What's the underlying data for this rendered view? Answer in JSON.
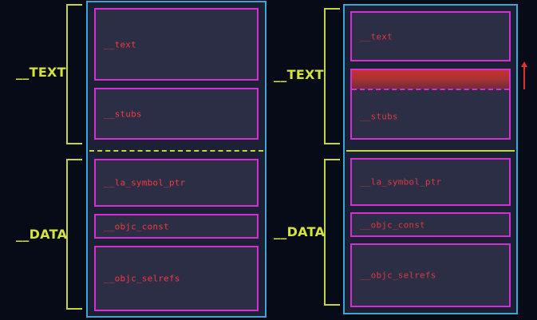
{
  "left": {
    "segments": {
      "text": "__TEXT",
      "data": "__DATA"
    },
    "sections": [
      "__text",
      "__stubs",
      "__la_symbol_ptr",
      "__objc_const",
      "__objc_selrefs"
    ]
  },
  "right": {
    "segments": {
      "text": "__TEXT",
      "data": "__DATA"
    },
    "sections": [
      "__text",
      "__stubs",
      "__la_symbol_ptr",
      "__objc_const",
      "__objc_selrefs"
    ]
  },
  "colors": {
    "background": "#070a17",
    "container_border": "#3fa4d6",
    "section_border": "#d42ed4",
    "section_label": "#e8353e",
    "segment_label": "#d4e33d",
    "growth_highlight": "#c8302c"
  },
  "icons": [
    "up-arrow-icon"
  ]
}
